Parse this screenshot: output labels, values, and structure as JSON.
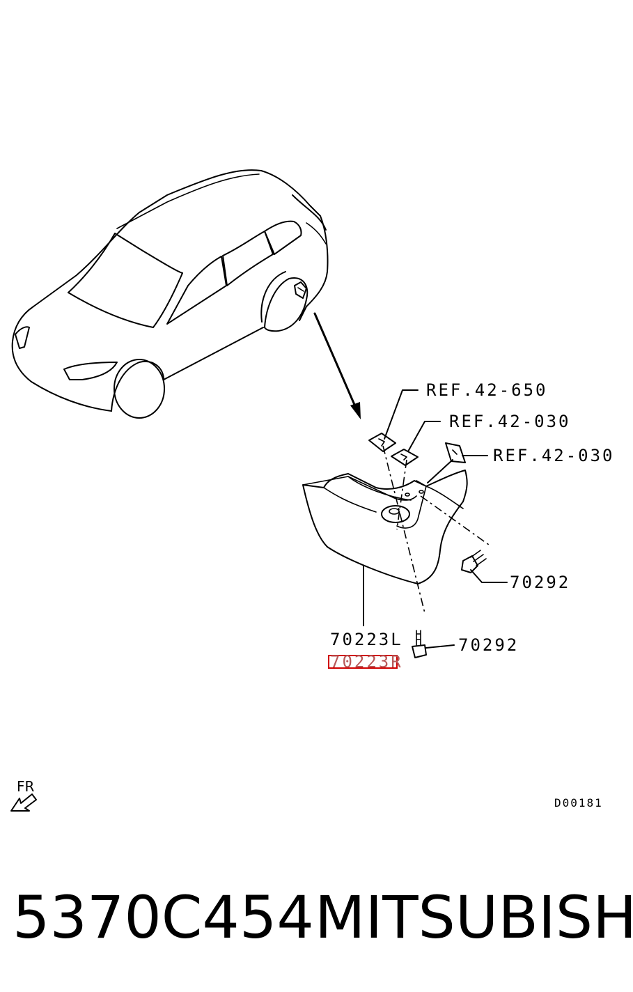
{
  "callouts": {
    "ref_1": "REF.42-650",
    "ref_2": "REF.42-030",
    "ref_3": "REF.42-030",
    "bolt_upper": "70292",
    "bolt_lower": "70292",
    "part_left": "70223L",
    "part_right": "70223R"
  },
  "direction_label": "FR",
  "diagram_code": "D00181",
  "footer": {
    "part_number": "5370C454",
    "brand": "MITSUBISHI"
  },
  "colors": {
    "line": "#000000",
    "highlight": "#d00000",
    "background": "#ffffff"
  }
}
